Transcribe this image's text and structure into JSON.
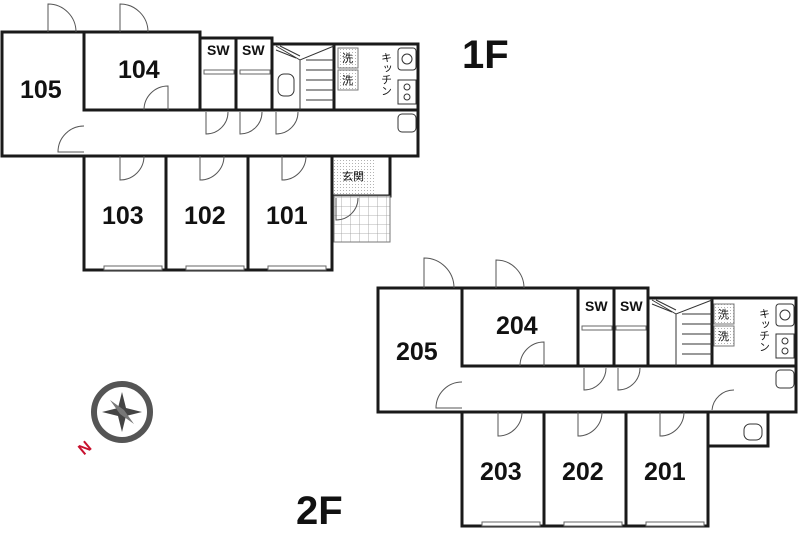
{
  "floors": [
    {
      "label": "1F",
      "rooms": [
        "105",
        "104",
        "103",
        "102",
        "101"
      ],
      "sw": [
        "SW",
        "SW"
      ],
      "wash": [
        "洗",
        "洗"
      ],
      "kitchen": "キッチン",
      "entrance": "玄関"
    },
    {
      "label": "2F",
      "rooms": [
        "205",
        "204",
        "203",
        "202",
        "201"
      ],
      "sw": [
        "SW",
        "SW"
      ],
      "wash": [
        "洗",
        "洗"
      ],
      "kitchen": "キッチン"
    }
  ],
  "compass": {
    "label": "N",
    "icon": "compass-icon",
    "accent": "#c8102e"
  }
}
